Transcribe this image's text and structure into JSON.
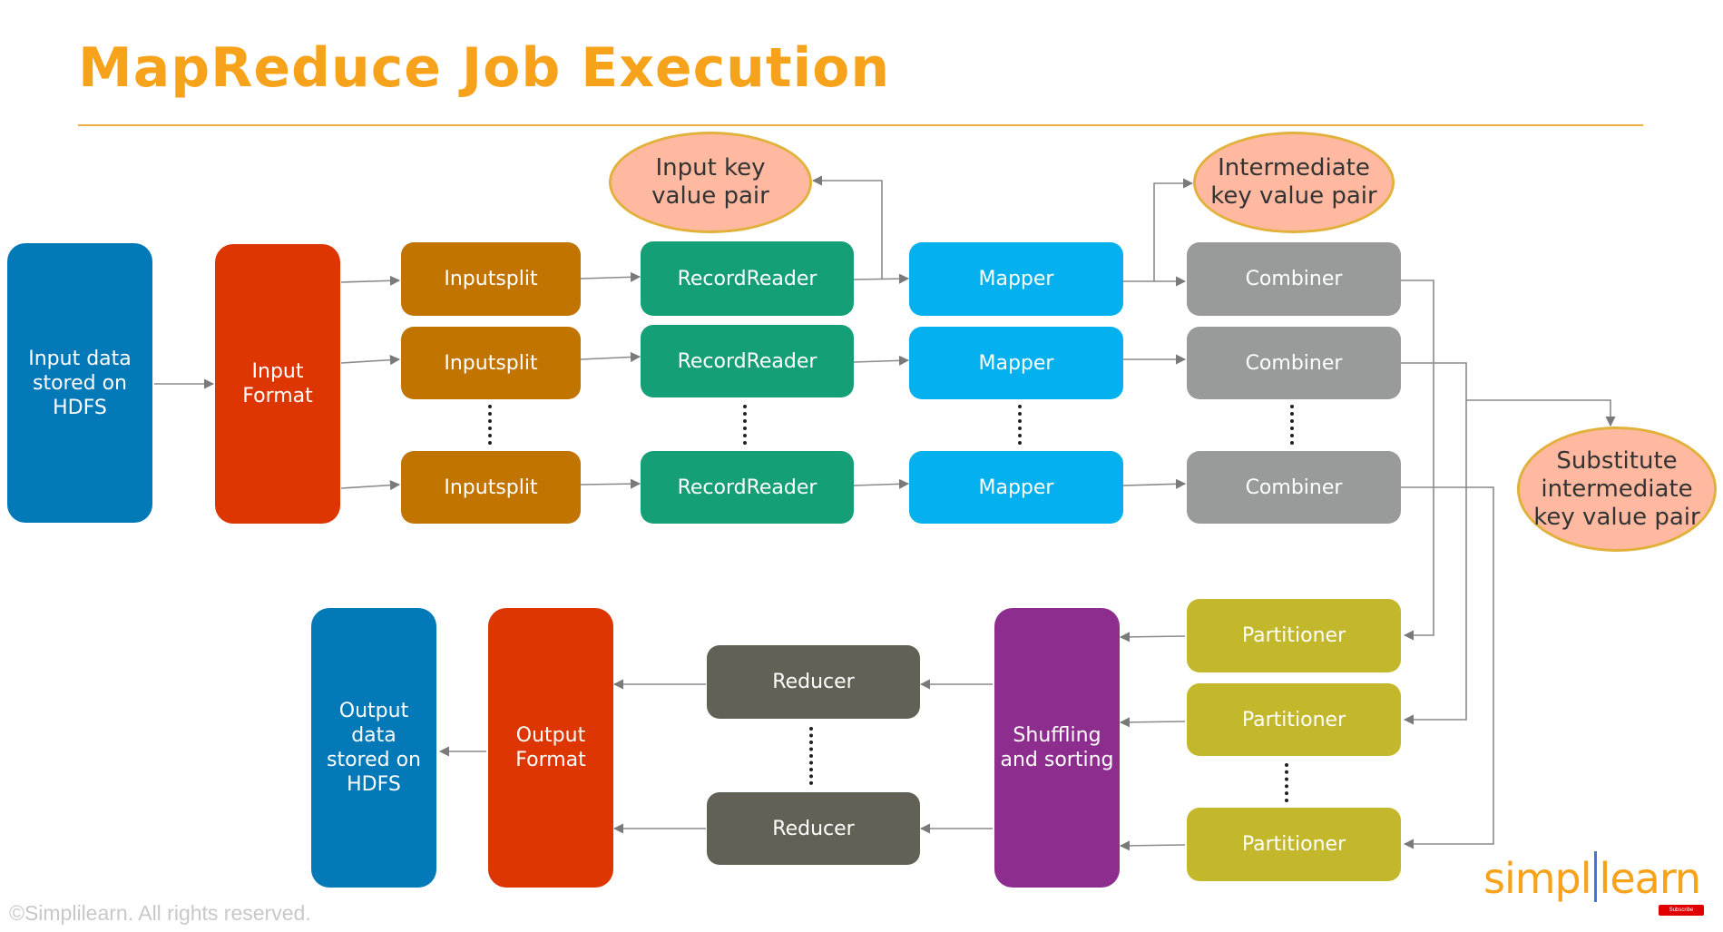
{
  "title": "MapReduce Job Execution",
  "colors": {
    "title": "#f7a21b",
    "hdfs": "#0379b8",
    "format": "#dd3602",
    "inputsplit": "#c27401",
    "recordreader": "#159f77",
    "mapper": "#04b1ee",
    "combiner": "#999a9a",
    "partitioner": "#c3b82b",
    "shuffle": "#8d2e8f",
    "reducer": "#636056",
    "oval_fill": "#ffb9a1",
    "oval_border": "#e2b13b"
  },
  "nodes": {
    "input_data": "Input data stored on HDFS",
    "input_format": "Input Format",
    "inputsplit": [
      "Inputsplit",
      "Inputsplit",
      "Inputsplit"
    ],
    "recordreader": [
      "RecordReader",
      "RecordReader",
      "RecordReader"
    ],
    "mapper": [
      "Mapper",
      "Mapper",
      "Mapper"
    ],
    "combiner": [
      "Combiner",
      "Combiner",
      "Combiner"
    ],
    "partitioner": [
      "Partitioner",
      "Partitioner",
      "Partitioner"
    ],
    "shuffle": "Shuffling and sorting",
    "reducer": [
      "Reducer",
      "Reducer"
    ],
    "output_format": "Output Format",
    "output_data": "Output data stored on HDFS",
    "input_kv": "Input key value pair",
    "intermediate_kv": "Intermediate key value pair",
    "substitute_kv": "Substitute intermediate key value pair"
  },
  "footer": {
    "copyright": "©Simplilearn. All rights reserved.",
    "logo_left": "simpl",
    "logo_right": "learn",
    "subscribe": "Subscribe"
  }
}
